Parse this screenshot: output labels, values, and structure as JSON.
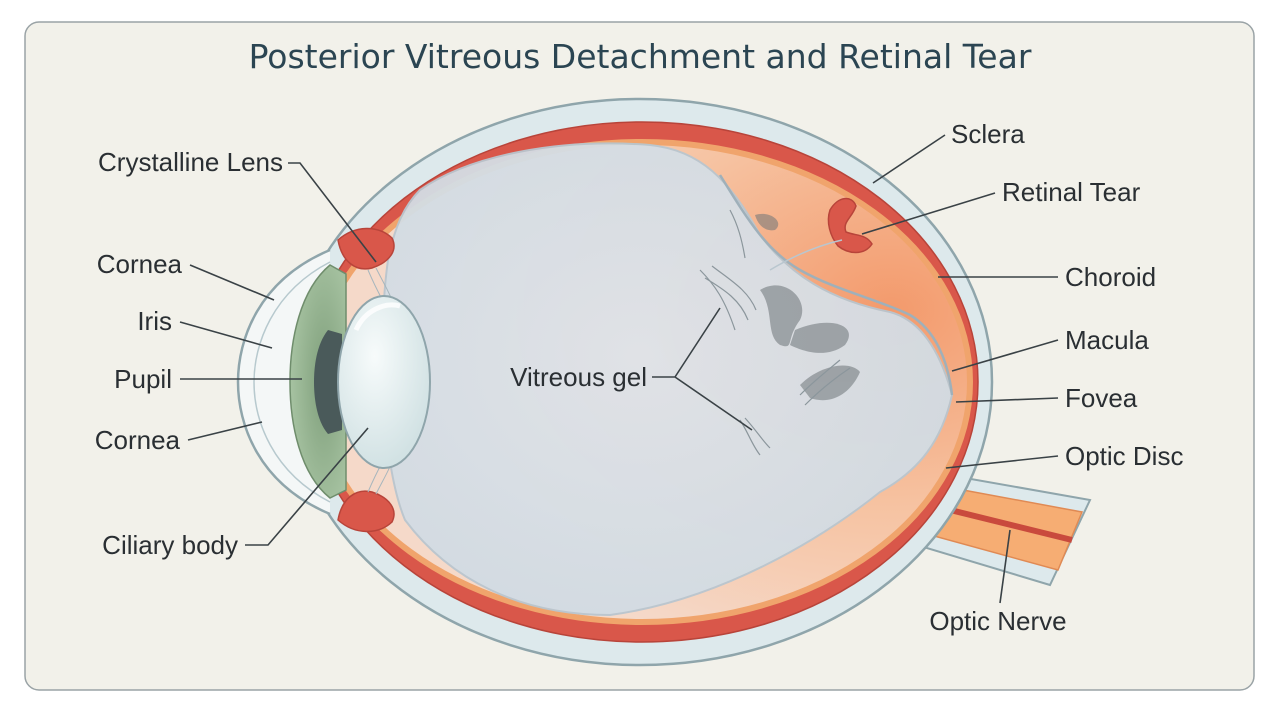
{
  "title": "Posterior Vitreous Detachment and Retinal Tear",
  "labels": {
    "crystalline_lens": "Crystalline Lens",
    "cornea_upper": "Cornea",
    "iris": "Iris",
    "pupil": "Pupil",
    "cornea_lower": "Cornea",
    "ciliary_body": "Ciliary body",
    "vitreous_gel": "Vitreous gel",
    "sclera": "Sclera",
    "retinal_tear": "Retinal Tear",
    "choroid": "Choroid",
    "macula": "Macula",
    "fovea": "Fovea",
    "optic_disc": "Optic Disc",
    "optic_nerve": "Optic Nerve"
  },
  "colors": {
    "frame_bg": "#f2f1ea",
    "sclera": "#dde9ec",
    "choroid": "#d9574a",
    "retina": "#f7b47a",
    "vitreous": "#dfe5ea",
    "iris": "#9dbb98",
    "lens": "#e4eff0"
  }
}
